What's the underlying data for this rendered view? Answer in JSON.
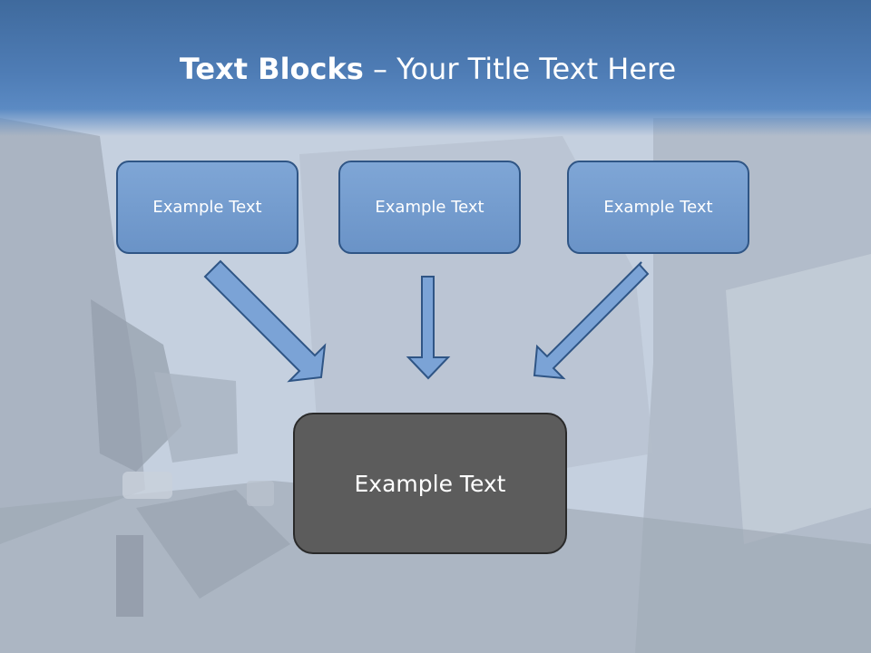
{
  "slide": {
    "title_bold": "Text Blocks",
    "title_rest": " – Your Title Text Here",
    "boxes": [
      {
        "label": "Example Text"
      },
      {
        "label": "Example Text"
      },
      {
        "label": "Example Text"
      }
    ],
    "result_box": {
      "label": "Example Text"
    }
  },
  "colors": {
    "header": "#4f7db6",
    "box_fill": "#7aa1d2",
    "box_border": "#2f5585",
    "result_fill": "#5c5c5c",
    "arrow_fill": "#6f9ad0"
  },
  "icons": [
    "arrow-down-right-icon",
    "arrow-down-icon",
    "arrow-down-left-icon"
  ]
}
